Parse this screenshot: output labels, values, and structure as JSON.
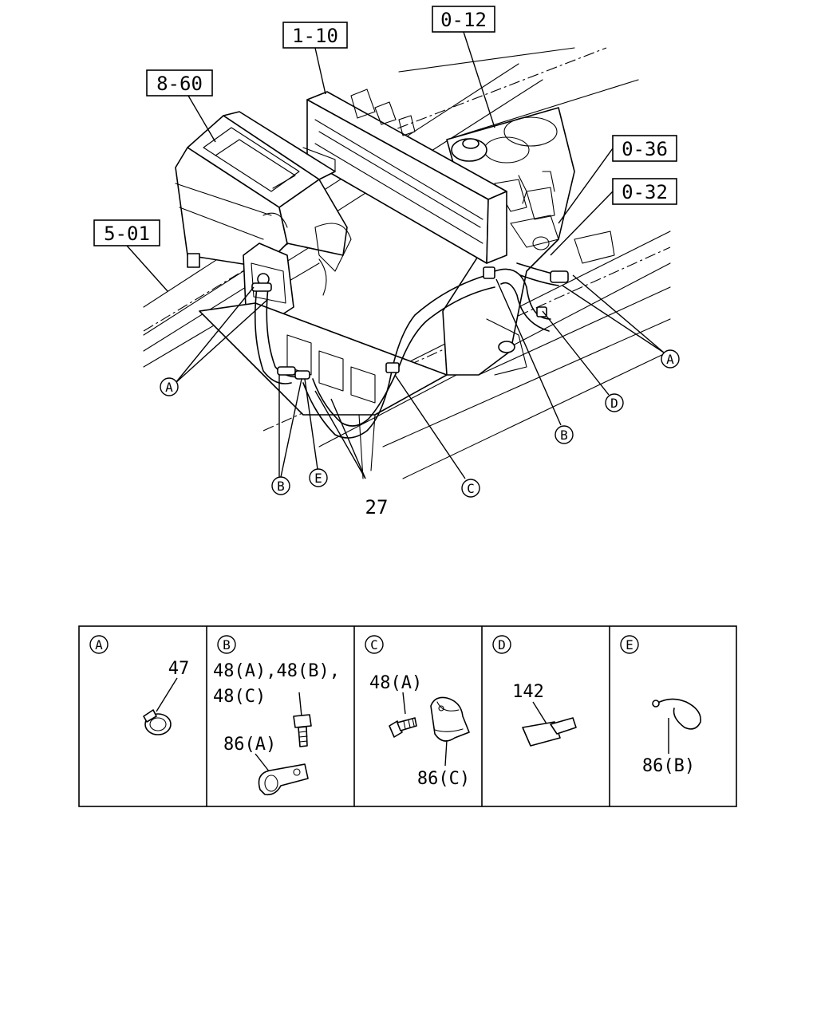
{
  "reference_boxes": [
    {
      "id": "ref-1-10",
      "label": "1-10"
    },
    {
      "id": "ref-0-12",
      "label": "0-12"
    },
    {
      "id": "ref-8-60",
      "label": "8-60"
    },
    {
      "id": "ref-0-36",
      "label": "0-36"
    },
    {
      "id": "ref-0-32",
      "label": "0-32"
    },
    {
      "id": "ref-5-01",
      "label": "5-01"
    }
  ],
  "callouts": [
    {
      "id": "callout-a-left",
      "letter": "A"
    },
    {
      "id": "callout-a-right",
      "letter": "A"
    },
    {
      "id": "callout-b-left",
      "letter": "B"
    },
    {
      "id": "callout-b-right",
      "letter": "B"
    },
    {
      "id": "callout-c",
      "letter": "C"
    },
    {
      "id": "callout-d",
      "letter": "D"
    },
    {
      "id": "callout-e",
      "letter": "E"
    }
  ],
  "part_number_main": "27",
  "detail_table": [
    {
      "letter": "A",
      "parts": [
        "47"
      ]
    },
    {
      "letter": "B",
      "parts": [
        "48(A),48(B),",
        "48(C)",
        "86(A)"
      ]
    },
    {
      "letter": "C",
      "parts": [
        "48(A)",
        "86(C)"
      ]
    },
    {
      "letter": "D",
      "parts": [
        "142"
      ]
    },
    {
      "letter": "E",
      "parts": [
        "86(B)"
      ]
    }
  ]
}
